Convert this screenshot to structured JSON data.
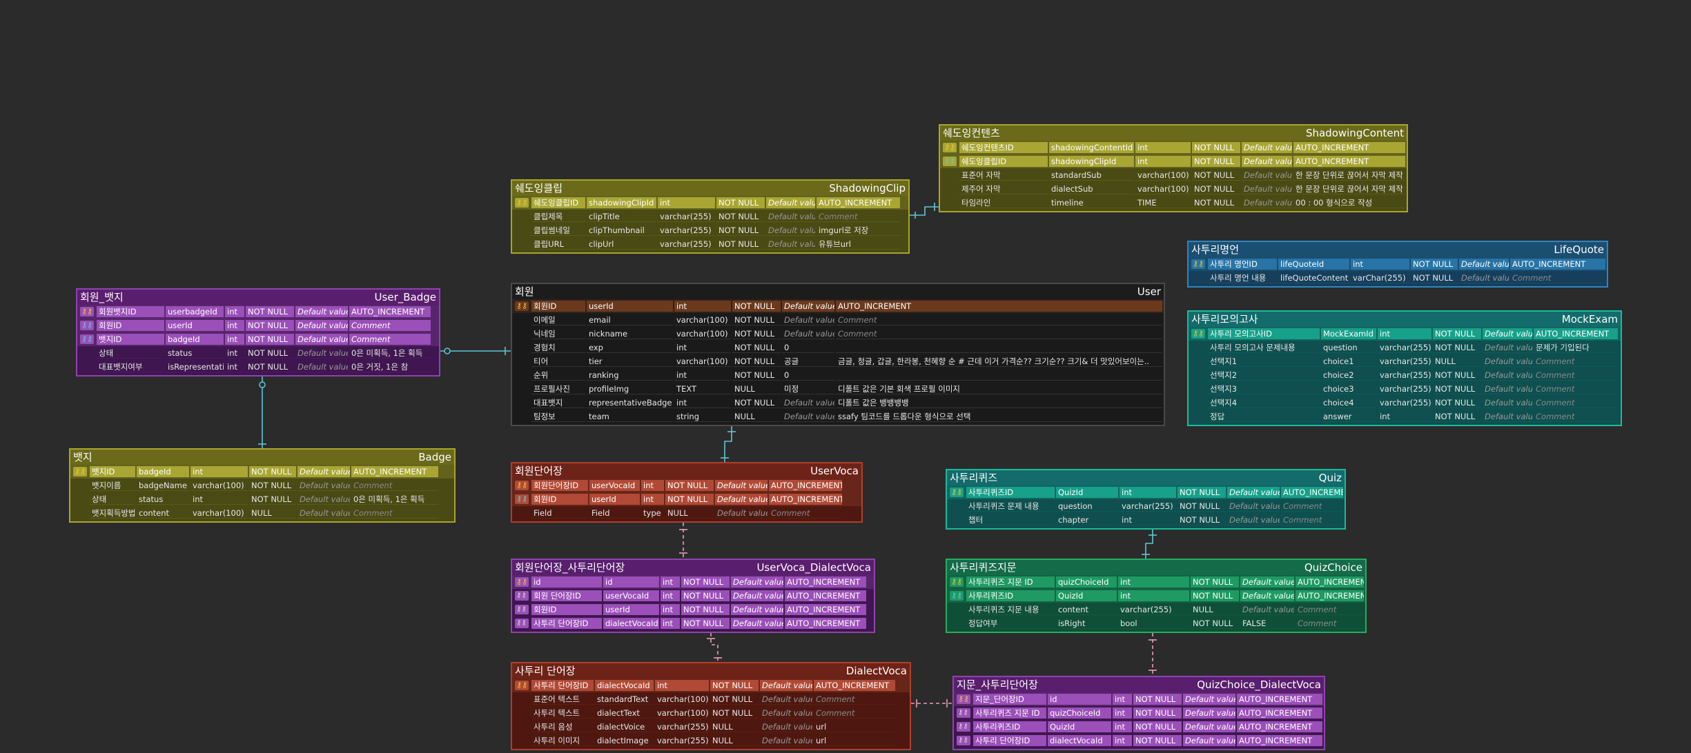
{
  "tables": [
    {
      "id": "shadowingcontent",
      "logical": "쉐도잉컨텐츠",
      "physical": "ShadowingContent",
      "colors": {
        "header": "#6b6a1a",
        "body": "#4a4a14",
        "border": "#a9a62a",
        "pkrow": "#a9a634",
        "cellborder": "#5b5a1c"
      },
      "columns": [
        {
          "key": "pk",
          "logical": "쉐도잉컨텐츠ID",
          "physical": "shadowingContentId",
          "type": "int",
          "null": "NOT NULL",
          "default": "Default value",
          "comment": "AUTO_INCREMENT"
        },
        {
          "key": "pkfk",
          "logical": "쉐도잉클립ID",
          "physical": "shadowingClipId",
          "type": "int",
          "null": "NOT NULL",
          "default": "Default value",
          "comment": "AUTO_INCREMENT"
        },
        {
          "key": "",
          "logical": "표준어 자막",
          "physical": "standardSub",
          "type": "varchar(100)",
          "null": "NOT NULL",
          "default": "Default value",
          "comment": "한 문장 단위로 끊어서 자막 제작"
        },
        {
          "key": "",
          "logical": "제주어 자막",
          "physical": "dialectSub",
          "type": "varchar(100)",
          "null": "NOT NULL",
          "default": "Default value",
          "comment": "한 문장 단위로 끊어서 자막 제작"
        },
        {
          "key": "",
          "logical": "타임라인",
          "physical": "timeline",
          "type": "TIME",
          "null": "NOT NULL",
          "default": "Default value",
          "comment": "00 : 00 형식으로 작성"
        }
      ]
    },
    {
      "id": "shadowingclip",
      "logical": "쉐도잉클립",
      "physical": "ShadowingClip",
      "colors": {
        "header": "#6b6a1a",
        "body": "#4a4a14",
        "border": "#a9a62a",
        "pkrow": "#a9a634",
        "cellborder": "#5b5a1c"
      },
      "columns": [
        {
          "key": "pk",
          "logical": "쉐도잉클립ID",
          "physical": "shadowingClipId",
          "type": "int",
          "null": "NOT NULL",
          "default": "Default value",
          "comment": "AUTO_INCREMENT"
        },
        {
          "key": "",
          "logical": "클립제목",
          "physical": "clipTitle",
          "type": "varchar(255)",
          "null": "NOT NULL",
          "default": "Default value",
          "comment": "Comment"
        },
        {
          "key": "",
          "logical": "클립썸네일",
          "physical": "clipThumbnail",
          "type": "varchar(255)",
          "null": "NOT NULL",
          "default": "Default value",
          "comment": "imgurl로 저장"
        },
        {
          "key": "",
          "logical": "클립URL",
          "physical": "clipUrl",
          "type": "varchar(255)",
          "null": "NOT NULL",
          "default": "Default value",
          "comment": "유튜브url"
        }
      ]
    },
    {
      "id": "lifequote",
      "logical": "사투리명언",
      "physical": "LifeQuote",
      "colors": {
        "header": "#1b4f72",
        "body": "#163f5c",
        "border": "#2e86c1",
        "pkrow": "#2874a6",
        "cellborder": "#1a4a6a"
      },
      "columns": [
        {
          "key": "pk",
          "logical": "사투리 명언ID",
          "physical": "lifeQuoteId",
          "type": "int",
          "null": "NOT NULL",
          "default": "Default value",
          "comment": "AUTO_INCREMENT"
        },
        {
          "key": "",
          "logical": "사투리 명언 내용",
          "physical": "lifeQuoteContent",
          "type": "varChar(255)",
          "null": "NOT NULL",
          "default": "Default value",
          "comment": "Comment"
        }
      ]
    },
    {
      "id": "user_badge",
      "logical": "회원_뱃지",
      "physical": "User_Badge",
      "colors": {
        "header": "#5a1e6e",
        "body": "#3f1650",
        "border": "#8e44ad",
        "pkrow": "#9b4fb8",
        "cellborder": "#4a1a5c"
      },
      "columns": [
        {
          "key": "pk",
          "logical": "회원뱃지ID",
          "physical": "userbadgeId",
          "type": "int",
          "null": "NOT NULL",
          "default": "Default value",
          "comment": "AUTO_INCREMENT"
        },
        {
          "key": "pkfk",
          "logical": "회원ID",
          "physical": "userId",
          "type": "int",
          "null": "NOT NULL",
          "default": "Default value",
          "comment": "Comment"
        },
        {
          "key": "pkfk",
          "logical": "뱃지ID",
          "physical": "badgeId",
          "type": "int",
          "null": "NOT NULL",
          "default": "Default value",
          "comment": "Comment"
        },
        {
          "key": "",
          "logical": "상태",
          "physical": "status",
          "type": "int",
          "null": "NOT NULL",
          "default": "Default value",
          "comment": "0은 미획득, 1은 획득"
        },
        {
          "key": "",
          "logical": "대표뱃지여부",
          "physical": "isRepresentative",
          "type": "int",
          "null": "NOT NULL",
          "default": "Default value",
          "comment": "0은 거짓, 1은 참"
        }
      ]
    },
    {
      "id": "user",
      "logical": "회원",
      "physical": "User",
      "colors": {
        "header": "#1c1c1c",
        "body": "#1a1a1a",
        "border": "#4a4a4a",
        "pkrow": "#6b3a1e",
        "cellborder": "#333333"
      },
      "columns": [
        {
          "key": "pk",
          "logical": "회원ID",
          "physical": "userId",
          "type": "int",
          "null": "NOT NULL",
          "default": "Default value",
          "comment": "AUTO_INCREMENT"
        },
        {
          "key": "",
          "logical": "이메일",
          "physical": "email",
          "type": "varchar(100)",
          "null": "NOT NULL",
          "default": "Default value",
          "comment": "Comment"
        },
        {
          "key": "",
          "logical": "닉네임",
          "physical": "nickname",
          "type": "varchar(100)",
          "null": "NOT NULL",
          "default": "Default value",
          "comment": "Comment"
        },
        {
          "key": "",
          "logical": "경험치",
          "physical": "exp",
          "type": "int",
          "null": "NOT NULL",
          "default": "0",
          "comment": ""
        },
        {
          "key": "",
          "logical": "티어",
          "physical": "tier",
          "type": "varchar(100)",
          "null": "NOT NULL",
          "default": "공글",
          "comment": "금글, 청글, 갑글, 한라봉, 천혜향 순 # 근데 이거 가격순?? 크기순?? 크기& 더 맛있어보이는.."
        },
        {
          "key": "",
          "logical": "순위",
          "physical": "ranking",
          "type": "int",
          "null": "NOT NULL",
          "default": "0",
          "comment": ""
        },
        {
          "key": "",
          "logical": "프로필사진",
          "physical": "profileImg",
          "type": "TEXT",
          "null": "NULL",
          "default": "미정",
          "comment": "디폴트 값은 기본 회색 프로필 이미지"
        },
        {
          "key": "",
          "logical": "대표뱃지",
          "physical": "representativeBadge",
          "type": "int",
          "null": "NOT NULL",
          "default": "Default value",
          "comment": "디폴트 값은 뱅뱅뱅뱅"
        },
        {
          "key": "",
          "logical": "팀정보",
          "physical": "team",
          "type": "string",
          "null": "NULL",
          "default": "Default value",
          "comment": "ssafy 팀코드를 드롭다운 형식으로 선택"
        }
      ]
    },
    {
      "id": "mockexam",
      "logical": "사투리모의고사",
      "physical": "MockExam",
      "colors": {
        "header": "#136b6b",
        "body": "#0f4f4f",
        "border": "#1abc9c",
        "pkrow": "#17a08a",
        "cellborder": "#0f5a5a"
      },
      "columns": [
        {
          "key": "pk",
          "logical": "사투리 모의고사ID",
          "physical": "MockExamId",
          "type": "int",
          "null": "NOT NULL",
          "default": "Default value",
          "comment": "AUTO_INCREMENT"
        },
        {
          "key": "",
          "logical": "사투리 모의고사 문제내용",
          "physical": "question",
          "type": "varchar(255)",
          "null": "NOT NULL",
          "default": "Default value",
          "comment": "문제가 기입된다"
        },
        {
          "key": "",
          "logical": "선택지1",
          "physical": "choice1",
          "type": "varchar(255)",
          "null": "NULL",
          "default": "Default value",
          "comment": "Comment"
        },
        {
          "key": "",
          "logical": "선택지2",
          "physical": "choice2",
          "type": "varchar(255)",
          "null": "NOT NULL",
          "default": "Default value",
          "comment": "Comment"
        },
        {
          "key": "",
          "logical": "선택지3",
          "physical": "choice3",
          "type": "varchar(255)",
          "null": "NOT NULL",
          "default": "Default value",
          "comment": "Comment"
        },
        {
          "key": "",
          "logical": "선택지4",
          "physical": "choice4",
          "type": "varchar(255)",
          "null": "NOT NULL",
          "default": "Default value",
          "comment": "Comment"
        },
        {
          "key": "",
          "logical": "정답",
          "physical": "answer",
          "type": "int",
          "null": "NOT NULL",
          "default": "Default value",
          "comment": "Comment"
        }
      ]
    },
    {
      "id": "badge",
      "logical": "뱃지",
      "physical": "Badge",
      "colors": {
        "header": "#6b6a1a",
        "body": "#4a4a14",
        "border": "#a9a62a",
        "pkrow": "#a9a634",
        "cellborder": "#5b5a1c"
      },
      "columns": [
        {
          "key": "pk",
          "logical": "뱃지ID",
          "physical": "badgeId",
          "type": "int",
          "null": "NOT NULL",
          "default": "Default value",
          "comment": "AUTO_INCREMENT"
        },
        {
          "key": "",
          "logical": "뱃지이름",
          "physical": "badgeName",
          "type": "varchar(100)",
          "null": "NOT NULL",
          "default": "Default value",
          "comment": "Comment"
        },
        {
          "key": "",
          "logical": "상태",
          "physical": "status",
          "type": "int",
          "null": "NOT NULL",
          "default": "Default value",
          "comment": "0은 미획득, 1은 획득"
        },
        {
          "key": "",
          "logical": "뱃지획득방법",
          "physical": "content",
          "type": "varchar(100)",
          "null": "NULL",
          "default": "Default value",
          "comment": "Comment"
        }
      ]
    },
    {
      "id": "uservoca",
      "logical": "회원단어장",
      "physical": "UserVoca",
      "colors": {
        "header": "#6e2318",
        "body": "#4e1810",
        "border": "#b0402c",
        "pkrow": "#b04a36",
        "cellborder": "#5e1e14"
      },
      "columns": [
        {
          "key": "pk",
          "logical": "회원단어장ID",
          "physical": "userVocaId",
          "type": "int",
          "null": "NOT NULL",
          "default": "Default value",
          "comment": "AUTO_INCREMENT"
        },
        {
          "key": "pkfk",
          "logical": "회원ID",
          "physical": "userId",
          "type": "int",
          "null": "NOT NULL",
          "default": "Default value",
          "comment": "AUTO_INCREMENT"
        },
        {
          "key": "",
          "logical": "Field",
          "physical": "Field",
          "type": "type",
          "null": "NULL",
          "default": "Default value",
          "comment": "Comment"
        }
      ]
    },
    {
      "id": "quiz",
      "logical": "사투리퀴즈",
      "physical": "Quiz",
      "colors": {
        "header": "#136b6b",
        "body": "#0f4f4f",
        "border": "#1abc9c",
        "pkrow": "#17a08a",
        "cellborder": "#0f5a5a"
      },
      "columns": [
        {
          "key": "pk",
          "logical": "사투리퀴즈ID",
          "physical": "QuizId",
          "type": "int",
          "null": "NOT NULL",
          "default": "Default value",
          "comment": "AUTO_INCREMENT"
        },
        {
          "key": "",
          "logical": "사투리퀴즈 문제 내용",
          "physical": "question",
          "type": "varchar(255)",
          "null": "NOT NULL",
          "default": "Default value",
          "comment": "Comment"
        },
        {
          "key": "",
          "logical": "챕터",
          "physical": "chapter",
          "type": "int",
          "null": "NOT NULL",
          "default": "Default value",
          "comment": "Comment"
        }
      ]
    },
    {
      "id": "uservoca_dialectvoca",
      "logical": "회원단어장_사투리단어장",
      "physical": "UserVoca_DialectVoca",
      "colors": {
        "header": "#5a1e6e",
        "body": "#3f1650",
        "border": "#8e44ad",
        "pkrow": "#9b4fb8",
        "cellborder": "#4a1a5c"
      },
      "columns": [
        {
          "key": "pk",
          "logical": "id",
          "physical": "id",
          "type": "int",
          "null": "NOT NULL",
          "default": "Default value",
          "comment": "AUTO_INCREMENT"
        },
        {
          "key": "idx",
          "logical": "회원 단어장ID",
          "physical": "userVocaId",
          "type": "int",
          "null": "NOT NULL",
          "default": "Default value",
          "comment": "AUTO_INCREMENT"
        },
        {
          "key": "idx",
          "logical": "회원ID",
          "physical": "userId",
          "type": "int",
          "null": "NOT NULL",
          "default": "Default value",
          "comment": "AUTO_INCREMENT"
        },
        {
          "key": "idx",
          "logical": "사투리 단어장ID",
          "physical": "dialectVocaId",
          "type": "int",
          "null": "NOT NULL",
          "default": "Default value",
          "comment": "AUTO_INCREMENT"
        }
      ]
    },
    {
      "id": "quizchoice",
      "logical": "사투리퀴즈지문",
      "physical": "QuizChoice",
      "colors": {
        "header": "#136b4a",
        "body": "#0f4f38",
        "border": "#27ae60",
        "pkrow": "#1e9a62",
        "cellborder": "#0f5a3e"
      },
      "columns": [
        {
          "key": "pk",
          "logical": "사투리퀴즈 지문 ID",
          "physical": "quizChoiceId",
          "type": "int",
          "null": "NOT NULL",
          "default": "Default value",
          "comment": "AUTO_INCREMENT"
        },
        {
          "key": "pkfk",
          "logical": "사투리퀴즈ID",
          "physical": "QuizId",
          "type": "int",
          "null": "NOT NULL",
          "default": "Default value",
          "comment": "AUTO_INCREMENT"
        },
        {
          "key": "",
          "logical": "사투리퀴즈 지문 내용",
          "physical": "content",
          "type": "varchar(255)",
          "null": "NULL",
          "default": "Default value",
          "comment": "Comment"
        },
        {
          "key": "",
          "logical": "정답여부",
          "physical": "isRight",
          "type": "bool",
          "null": "NOT NULL",
          "default": "FALSE",
          "comment": "Comment"
        }
      ]
    },
    {
      "id": "dialectvoca",
      "logical": "사투리 단어장",
      "physical": "DialectVoca",
      "colors": {
        "header": "#6e2318",
        "body": "#4e1810",
        "border": "#b0402c",
        "pkrow": "#b04a36",
        "cellborder": "#5e1e14"
      },
      "columns": [
        {
          "key": "pk",
          "logical": "사투리 단어장ID",
          "physical": "dialectVocaId",
          "type": "int",
          "null": "NOT NULL",
          "default": "Default value",
          "comment": "AUTO_INCREMENT"
        },
        {
          "key": "",
          "logical": "표준어 텍스트",
          "physical": "standardText",
          "type": "varchar(100)",
          "null": "NOT NULL",
          "default": "Default value",
          "comment": "Comment"
        },
        {
          "key": "",
          "logical": "사투리 텍스트",
          "physical": "dialectText",
          "type": "varchar(100)",
          "null": "NOT NULL",
          "default": "Default value",
          "comment": "Comment"
        },
        {
          "key": "",
          "logical": "사투리 음성",
          "physical": "dialectVoice",
          "type": "varchar(255)",
          "null": "NULL",
          "default": "Default value",
          "comment": "url"
        },
        {
          "key": "",
          "logical": "사투리 이미지",
          "physical": "dialectImage",
          "type": "varchar(255)",
          "null": "NULL",
          "default": "Default value",
          "comment": "url"
        }
      ]
    },
    {
      "id": "quizchoice_dialectvoca",
      "logical": "지문_사투리단어장",
      "physical": "QuizChoice_DialectVoca",
      "colors": {
        "header": "#5a1e6e",
        "body": "#3f1650",
        "border": "#8e44ad",
        "pkrow": "#9b4fb8",
        "cellborder": "#4a1a5c"
      },
      "columns": [
        {
          "key": "pk",
          "logical": "지문_단어장ID",
          "physical": "id",
          "type": "int",
          "null": "NOT NULL",
          "default": "Default value",
          "comment": "AUTO_INCREMENT"
        },
        {
          "key": "idx",
          "logical": "사투리퀴즈 지문 ID",
          "physical": "quizChoiceId",
          "type": "int",
          "null": "NOT NULL",
          "default": "Default value",
          "comment": "AUTO_INCREMENT"
        },
        {
          "key": "idx",
          "logical": "사투리퀴즈ID",
          "physical": "QuizId",
          "type": "int",
          "null": "NOT NULL",
          "default": "Default value",
          "comment": "AUTO_INCREMENT"
        },
        {
          "key": "idx",
          "logical": "사투리 단어장ID",
          "physical": "dialectVocaId",
          "type": "int",
          "null": "NOT NULL",
          "default": "Default value",
          "comment": "AUTO_INCREMENT"
        }
      ]
    }
  ],
  "relationship_colors": {
    "identifying": "#5ec8d8",
    "nonidentifying": "#e8a0c0"
  }
}
